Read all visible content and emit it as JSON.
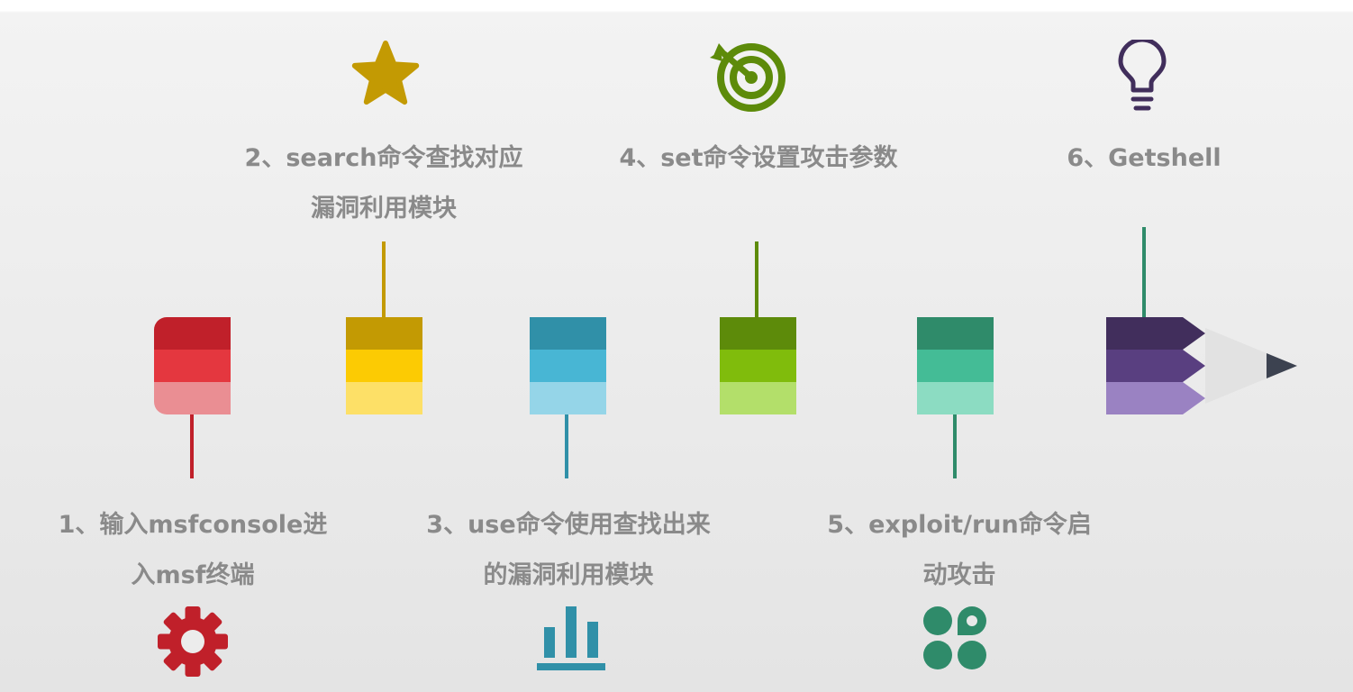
{
  "steps": [
    {
      "number": 1,
      "text": "1、输入msfconsole进入msf终端",
      "icon": "gear-icon",
      "position": "bottom",
      "colors": [
        "#c0202a",
        "#e4373f",
        "#ea8e93"
      ]
    },
    {
      "number": 2,
      "text": "2、search命令查找对应漏洞利用模块",
      "icon": "star-icon",
      "position": "top",
      "colors": [
        "#c39a03",
        "#fccb03",
        "#fde067"
      ]
    },
    {
      "number": 3,
      "text": "3、use命令使用查找出来的漏洞利用模块",
      "icon": "bar-chart-icon",
      "position": "bottom",
      "colors": [
        "#3090a8",
        "#48b6d4",
        "#95d5e8"
      ]
    },
    {
      "number": 4,
      "text": "4、set命令设置攻击参数",
      "icon": "target-icon",
      "position": "top",
      "colors": [
        "#5d8b0a",
        "#80bc0c",
        "#b3df6a"
      ]
    },
    {
      "number": 5,
      "text": "5、exploit/run命令启动攻击",
      "icon": "clover-icon",
      "position": "bottom",
      "colors": [
        "#2f8b6a",
        "#44bc96",
        "#8cdcc2"
      ]
    },
    {
      "number": 6,
      "text": "6、Getshell",
      "icon": "lightbulb-icon",
      "position": "top",
      "colors": [
        "#412e5c",
        "#593f80",
        "#9a82c2"
      ]
    }
  ],
  "palette": {
    "text": "#8a8a8a",
    "pencil_wood": "#e2e2e2",
    "pencil_tip": "#3c4250"
  }
}
